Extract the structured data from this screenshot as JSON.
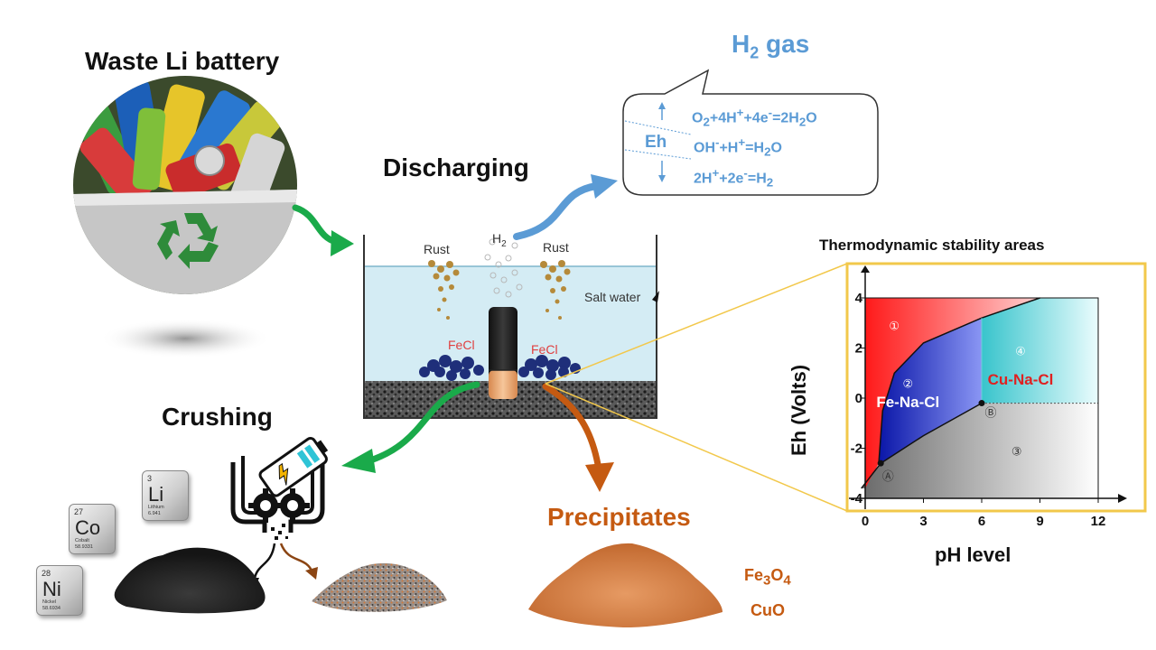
{
  "labels": {
    "waste_battery": "Waste Li battery",
    "discharging": "Discharging",
    "crushing": "Crushing",
    "precipitates": "Precipitates",
    "h2_gas_main": "H",
    "h2_gas_sub": "2",
    "h2_gas_rest": " gas"
  },
  "bath": {
    "rust_left": "Rust",
    "rust_right": "Rust",
    "h2_main": "H",
    "h2_sub": "2",
    "salt_water": "Salt water",
    "fecl_left": "FeCl",
    "fecl_right": "FeCl"
  },
  "reactions": {
    "eh": "Eh",
    "eq1": [
      "O",
      "2",
      "+4H",
      "+",
      "+4e",
      "-",
      "=2H",
      "2",
      "O"
    ],
    "eq2": [
      "OH",
      "-",
      "+H",
      "+",
      "=H",
      "2",
      "O"
    ],
    "eq3": [
      "2H",
      "+",
      "+2e",
      "-",
      "=H",
      "2"
    ]
  },
  "precipitate_compounds": {
    "fe3o4": [
      "Fe",
      "3",
      "O",
      "4"
    ],
    "cuo": "CuO"
  },
  "elements": [
    {
      "number": "3",
      "symbol": "Li",
      "name": "Lithium",
      "mass": "6.941"
    },
    {
      "number": "27",
      "symbol": "Co",
      "name": "Cobalt",
      "mass": "58.9331"
    },
    {
      "number": "28",
      "symbol": "Ni",
      "name": "Nickel",
      "mass": "58.6934"
    }
  ],
  "colors": {
    "green_arrow": "#1aaa4a",
    "blue_arrow": "#5b9bd5",
    "orange_arrow": "#c55a11",
    "zoom_frame": "#f2c84b",
    "region1": "#ff2020",
    "region2": "#1a2acc",
    "region4": "#3ec8d0",
    "region3": "#8a8a8a"
  },
  "chart_data": {
    "type": "area",
    "title": "Thermodynamic stability areas",
    "xlabel": "pH level",
    "ylabel": "Eh (Volts)",
    "xlim": [
      0,
      12
    ],
    "ylim": [
      -4,
      4
    ],
    "xticks": [
      0,
      3,
      6,
      9,
      12
    ],
    "yticks": [
      -4,
      -2,
      0,
      2,
      4
    ],
    "regions": [
      {
        "id": "①",
        "label": ""
      },
      {
        "id": "②",
        "label": "Fe-Na-Cl"
      },
      {
        "id": "③",
        "label": ""
      },
      {
        "id": "④",
        "label": "Cu-Na-Cl"
      }
    ],
    "points": [
      {
        "id": "Ⓐ",
        "x": 0.8,
        "y": -2.6
      },
      {
        "id": "Ⓑ",
        "x": 6.0,
        "y": -0.2
      }
    ],
    "boundaries": {
      "upper_curve": [
        [
          0.7,
          -2.6
        ],
        [
          0.9,
          -0.5
        ],
        [
          1.5,
          1.0
        ],
        [
          3.0,
          2.2
        ],
        [
          6.0,
          3.2
        ],
        [
          9.0,
          4.0
        ]
      ],
      "lower_curve": [
        [
          -0.2,
          -3.6
        ],
        [
          0.8,
          -2.6
        ],
        [
          3.0,
          -1.5
        ],
        [
          6.0,
          -0.2
        ]
      ],
      "vertical": [
        [
          6.0,
          -0.2
        ],
        [
          6.0,
          3.2
        ]
      ],
      "dotted_zero": [
        [
          6.0,
          -0.2
        ],
        [
          12.0,
          -0.2
        ]
      ]
    }
  }
}
